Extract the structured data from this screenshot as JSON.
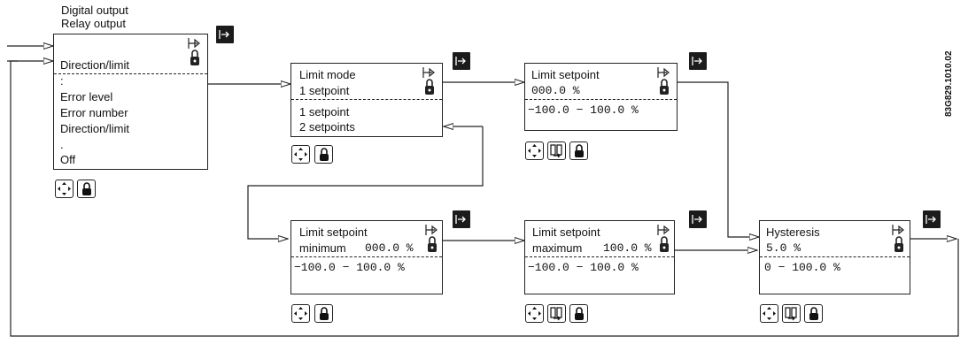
{
  "header": {
    "line1": "Digital output",
    "line2": "Relay output"
  },
  "menu": {
    "selected": "Direction/limit",
    "items": [
      ":",
      "Error level",
      "Error number",
      "Direction/limit",
      ".",
      "Off"
    ]
  },
  "limit_mode": {
    "title": "Limit mode",
    "value": "1 setpoint",
    "options": [
      "1 setpoint",
      "2 setpoints"
    ]
  },
  "limit_setpoint": {
    "title": "Limit setpoint",
    "value": "000.0  %",
    "range": "−100.0 − 100.0 %"
  },
  "limit_min": {
    "title": "Limit setpoint",
    "label": "minimum",
    "value": "000.0 %",
    "range": "−100.0 − 100.0 %"
  },
  "limit_max": {
    "title": "Limit setpoint",
    "label": "maximum",
    "value": "100.0 %",
    "range": "−100.0 − 100.0 %"
  },
  "hysteresis": {
    "title": "Hysteresis",
    "value": "5.0  %",
    "range": "0 − 100.0 %"
  },
  "drawing_number": "83G829.1010.02",
  "icons": {
    "enter": "enter-arrow-icon",
    "lock": "padlock-icon",
    "navigate": "four-arrows-icon",
    "copy": "copy-panels-icon"
  }
}
